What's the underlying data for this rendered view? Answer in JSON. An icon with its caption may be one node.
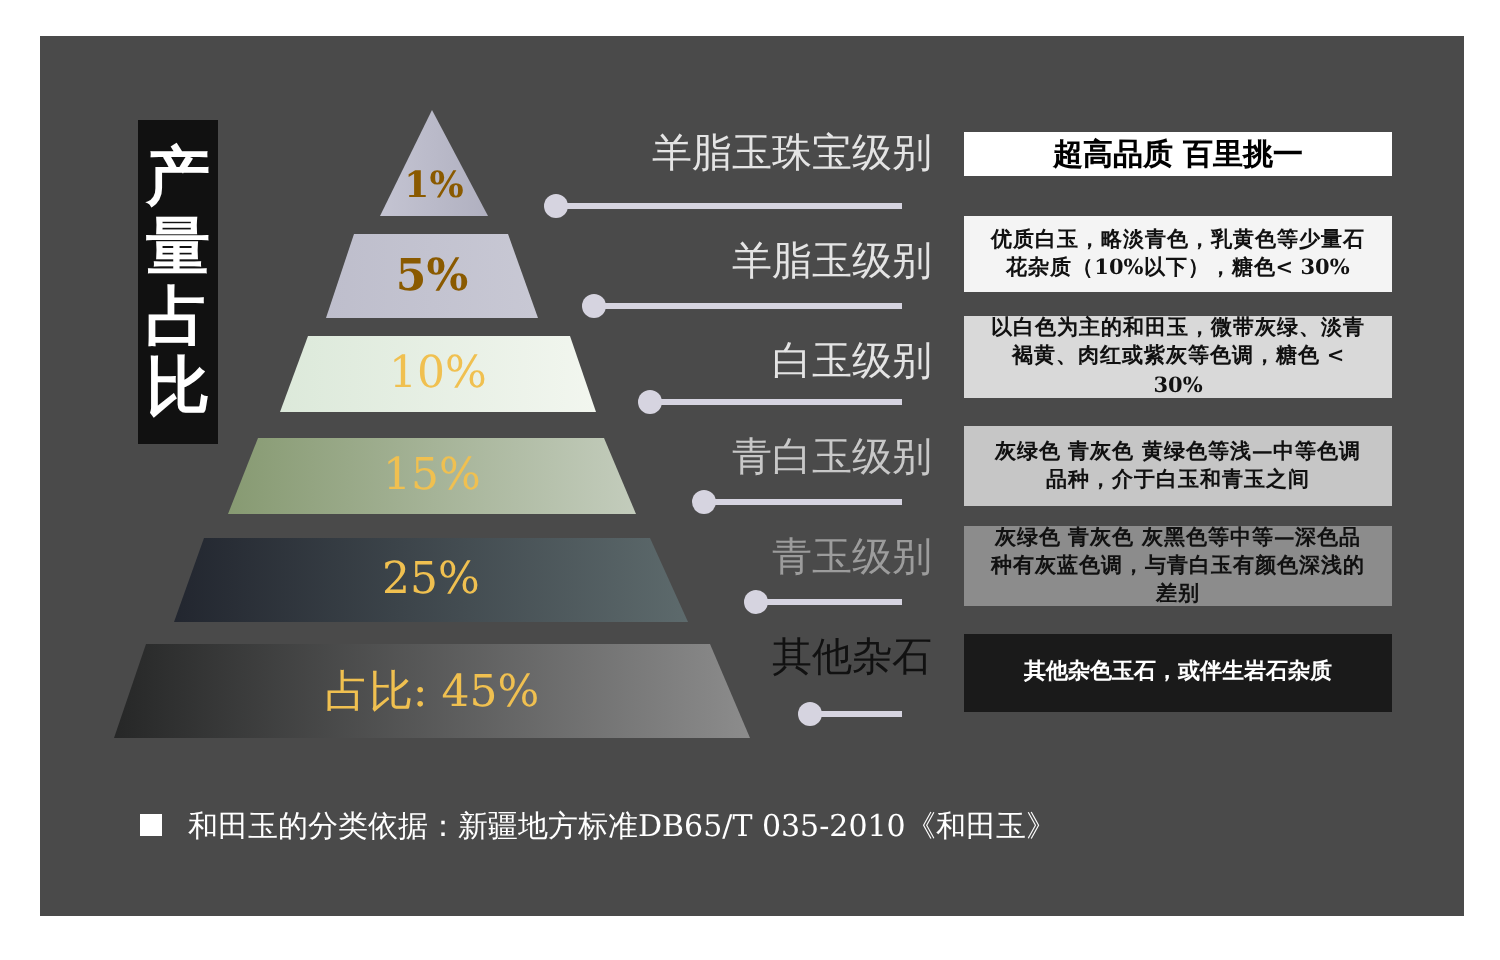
{
  "diagram": {
    "nodes": [
      {
        "text": [
          "产量占比"
        ]
      },
      {
        "text": [
          "1%"
        ]
      },
      {
        "text": [
          "5%"
        ]
      },
      {
        "text": [
          "10%"
        ]
      },
      {
        "text": [
          "15%"
        ]
      },
      {
        "text": [
          "25%"
        ]
      },
      {
        "text": [
          "占比: 45%"
        ]
      },
      {
        "text": [
          "超高品质 百里挑一"
        ]
      },
      {
        "text": [
          "优质白玉，略淡青色，乳黄色等少量石花杂质（10%以下），糖色< 30%"
        ]
      },
      {
        "text": [
          "以白色为主的和田玉，微带灰绿、淡青褐黄、肉红或紫灰等色调，糖色 < 30%"
        ]
      },
      {
        "text": [
          "灰绿色 青灰色 黄绿色等浅—中等色调品种，介于白玉和青玉之间"
        ]
      },
      {
        "text": [
          "灰绿色 青灰色 灰黑色等中等—深色品种有灰蓝色调，与青白玉有颜色深浅的差别"
        ]
      },
      {
        "text": [
          "其他杂色玉石，或伴生岩石杂质"
        ]
      }
    ],
    "labels": [
      "羊脂玉珠宝级别",
      "羊脂玉级别",
      "白玉级别",
      "青白玉级别",
      "青玉级别",
      "其他杂石",
      "和田玉的分类依据：新疆地方标准DB65/T 035-2010《和田玉》"
    ]
  }
}
